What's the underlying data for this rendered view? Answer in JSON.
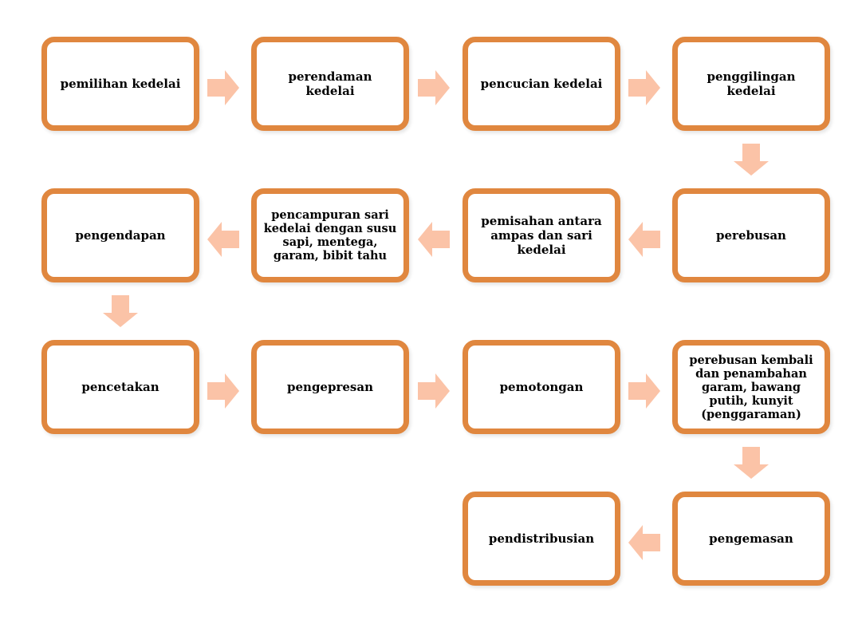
{
  "colors": {
    "box_border": "#e0873f",
    "arrow_fill": "#fbc3a7",
    "text": "#000000"
  },
  "steps": [
    "pemilihan kedelai",
    "perendaman kedelai",
    "pencucian kedelai",
    "penggilingan kedelai",
    "perebusan",
    "pemisahan antara ampas dan sari kedelai",
    "pencampuran sari kedelai dengan susu sapi, mentega, garam, bibit tahu",
    "pengendapan",
    "pencetakan",
    "pengepresan",
    "pemotongan",
    "perebusan kembali dan penambahan garam, bawang putih, kunyit (penggaraman)",
    "pengemasan",
    "pendistribusian"
  ]
}
